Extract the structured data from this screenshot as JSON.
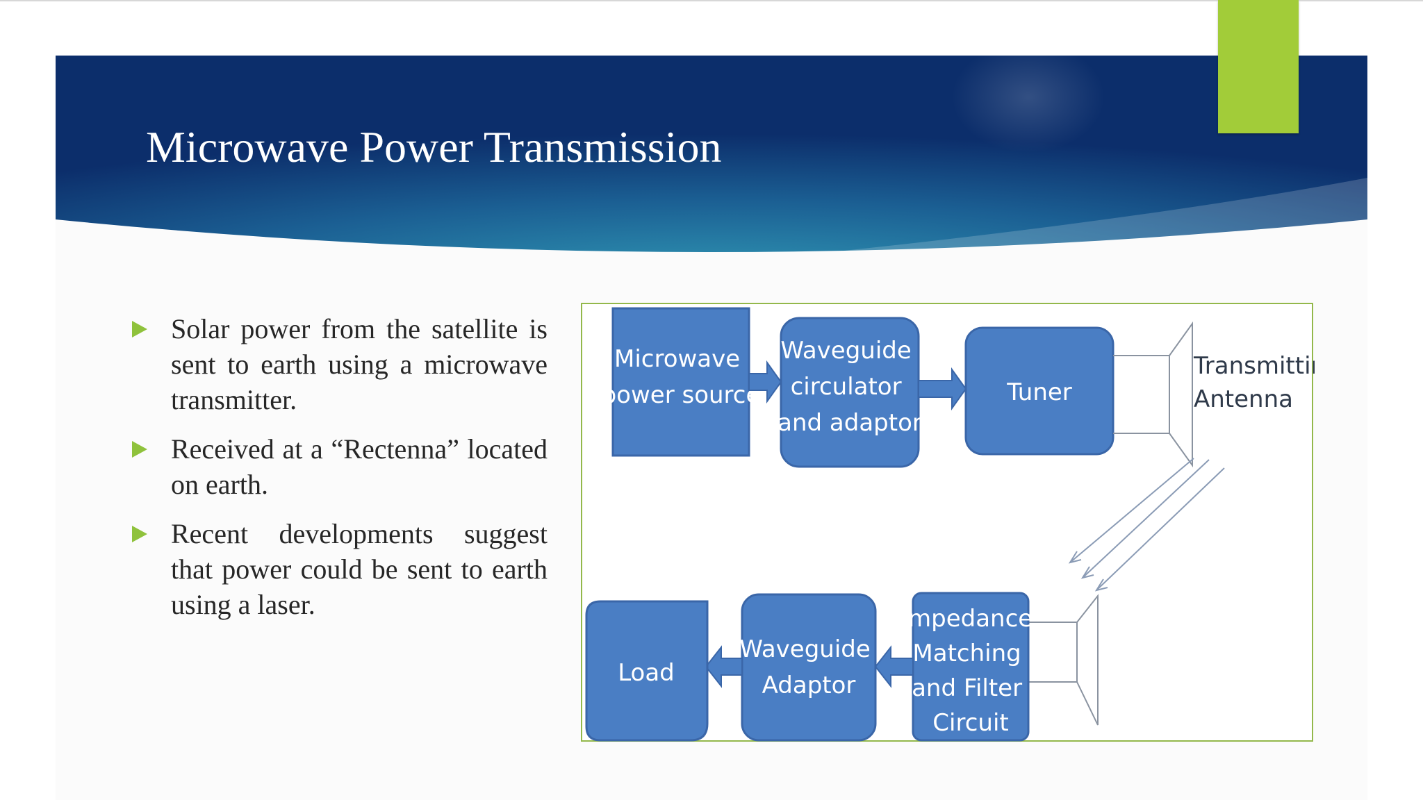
{
  "slide": {
    "title": "Microwave Power Transmission",
    "bullets": [
      "Solar power from the satellite is sent to earth using a microwave transmitter.",
      "Received at a “Rectenna” located on earth.",
      "Recent developments suggest that power could be sent to earth using a laser."
    ]
  },
  "diagram": {
    "blocks": {
      "microwave_source": [
        "Microwave",
        "power source"
      ],
      "circulator": [
        "Waveguide",
        "circulator",
        "and adaptor"
      ],
      "tuner": [
        "Tuner"
      ],
      "impedance": [
        "Impedance",
        "Matching",
        "and Filter",
        "Circuit"
      ],
      "adaptor": [
        "Waveguide",
        "Adaptor"
      ],
      "load": [
        "Load"
      ]
    },
    "antenna_label": [
      "Transmitting",
      "Antenna"
    ]
  },
  "colors": {
    "header_dark": "#0c2e6b",
    "header_light": "#2d8fae",
    "accent_green": "#a2cc39",
    "bullet_green": "#8fc23c",
    "block_fill": "#4a7ec4",
    "block_stroke": "#3a66a8",
    "frame_border": "#93b84b"
  }
}
